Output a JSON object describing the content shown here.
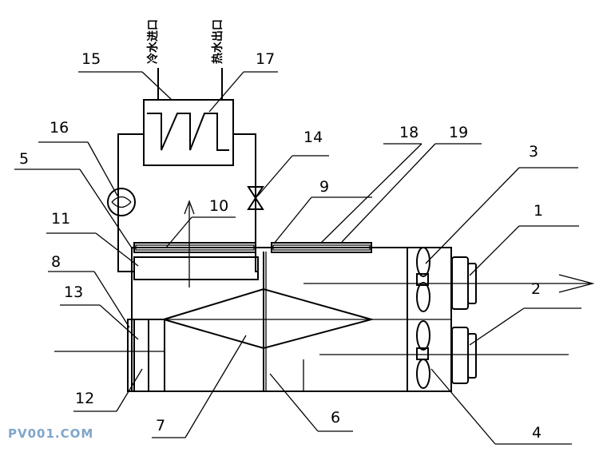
{
  "diagram": {
    "inlet_label": "冷水进口",
    "outlet_label": "热水出口",
    "watermark": "PV001.COM",
    "watermark_color": "#7fa6c9",
    "part_numbers": [
      "1",
      "2",
      "3",
      "4",
      "5",
      "6",
      "7",
      "8",
      "9",
      "10",
      "11",
      "12",
      "13",
      "14",
      "15",
      "16",
      "17",
      "18",
      "19"
    ]
  }
}
